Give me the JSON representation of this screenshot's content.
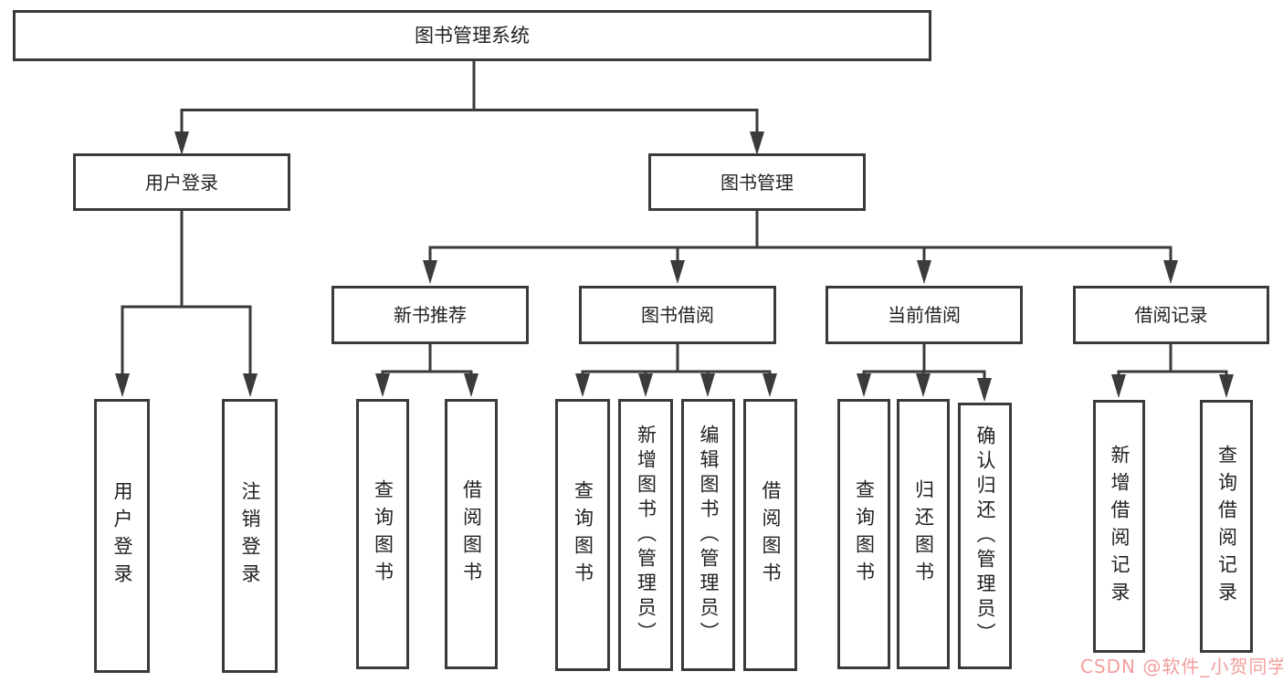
{
  "diagram": {
    "root": {
      "label": "图书管理系统"
    },
    "branches": [
      {
        "label": "用户登录",
        "leaves": [
          "用户登录",
          "注销登录"
        ]
      },
      {
        "label": "图书管理",
        "children": [
          {
            "label": "新书推荐",
            "leaves": [
              "查询图书",
              "借阅图书"
            ]
          },
          {
            "label": "图书借阅",
            "leaves": [
              "查询图书",
              "新增图书（管理员）",
              "编辑图书（管理员）",
              "借阅图书"
            ]
          },
          {
            "label": "当前借阅",
            "leaves": [
              "查询图书",
              "归还图书",
              "确认归还（管理员）"
            ]
          },
          {
            "label": "借阅记录",
            "leaves": [
              "新增借阅记录",
              "查询借阅记录"
            ]
          }
        ]
      }
    ]
  },
  "watermark": {
    "text": "CSDN @软件_小贺同学"
  },
  "colors": {
    "line": "#3b3b3b",
    "border": "#3a3a3a",
    "text": "#222222",
    "background": "#ffffff",
    "watermark": "#f28b8b"
  }
}
